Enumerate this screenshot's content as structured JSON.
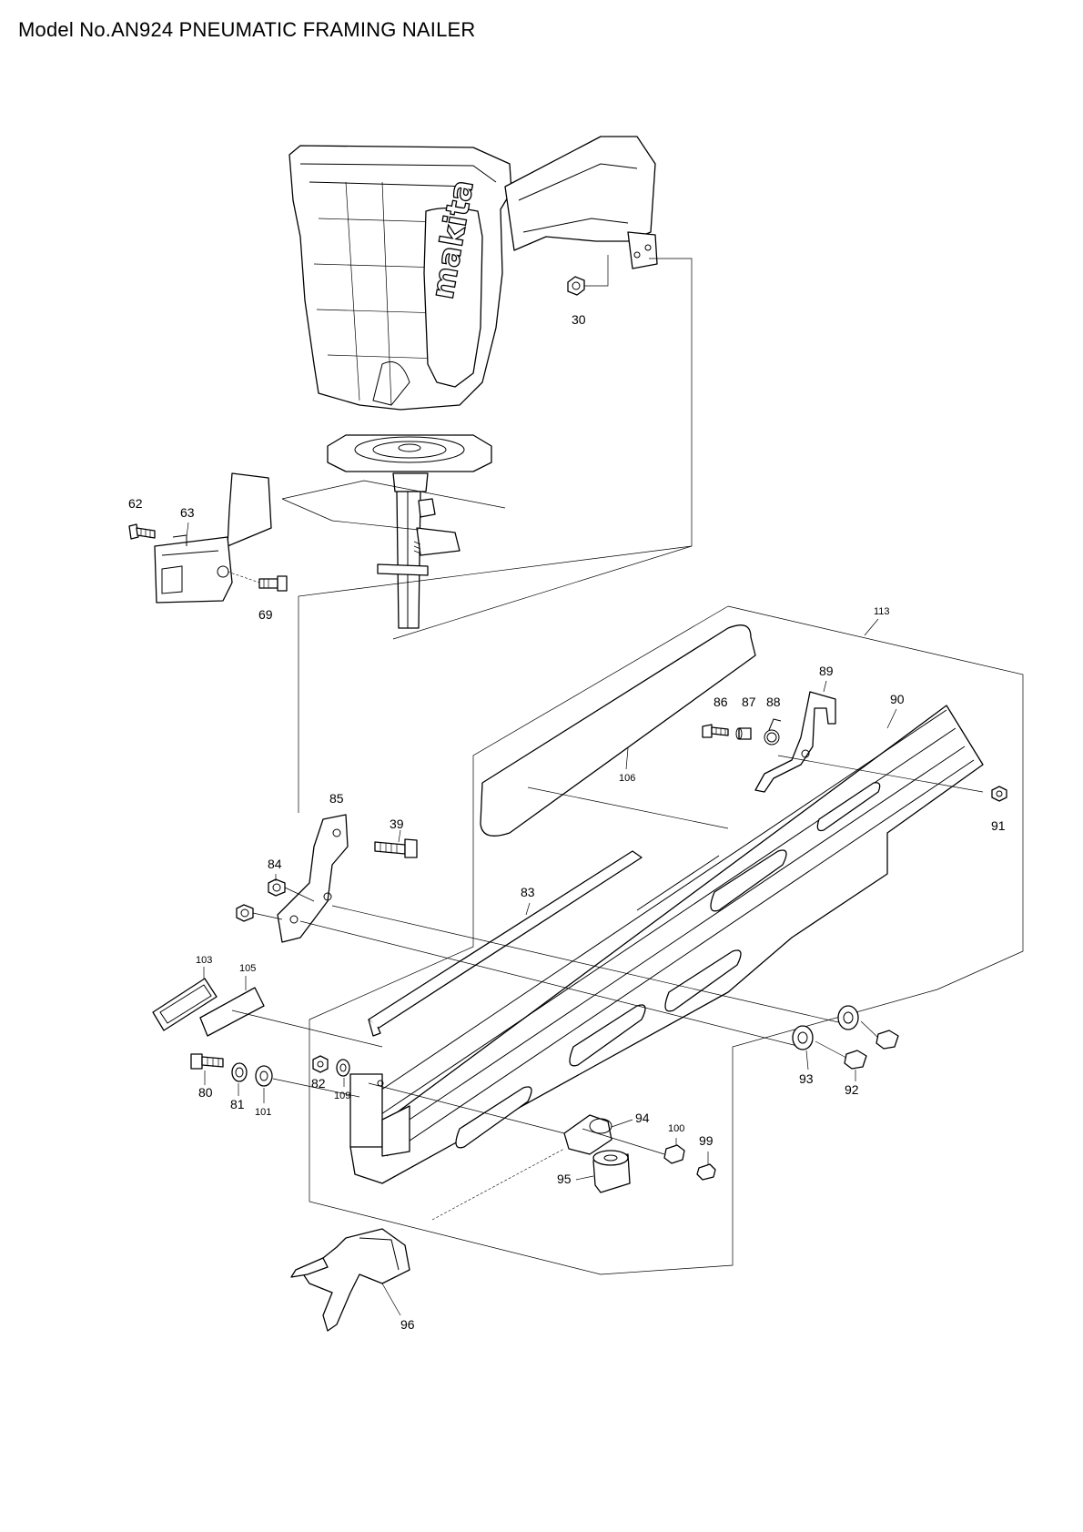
{
  "title": "Model No.AN924 PNEUMATIC FRAMING NAILER",
  "logo_text": "makita",
  "parts": {
    "p30": "30",
    "p62": "62",
    "p63": "63",
    "p69": "69",
    "p113": "113",
    "p89": "89",
    "p86": "86",
    "p87": "87",
    "p88": "88",
    "p90": "90",
    "p106": "106",
    "p91": "91",
    "p85": "85",
    "p39": "39",
    "p84": "84",
    "p83": "83",
    "p103": "103",
    "p105": "105",
    "p93": "93",
    "p92": "92",
    "p80": "80",
    "p81": "81",
    "p101": "101",
    "p82": "82",
    "p109": "109",
    "p94": "94",
    "p100": "100",
    "p99": "99",
    "p95": "95",
    "p96": "96"
  }
}
